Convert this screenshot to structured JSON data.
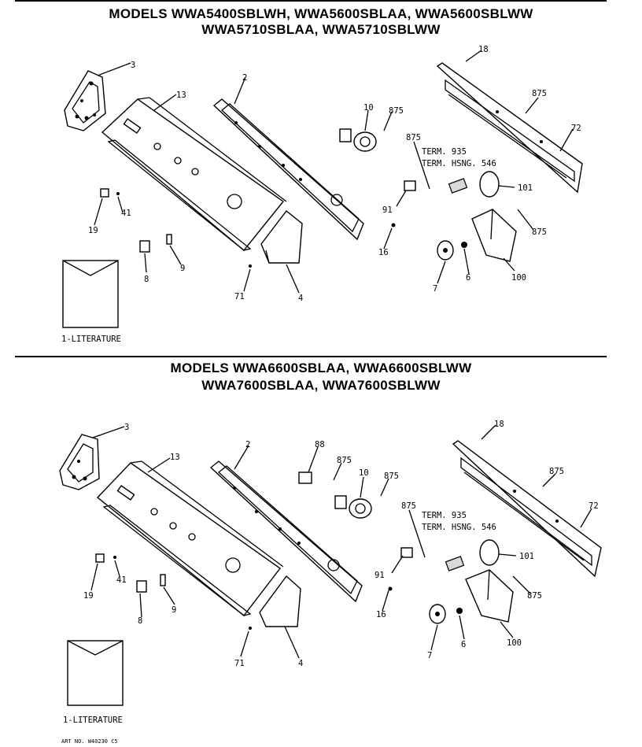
{
  "sections": [
    {
      "title_line1": "MODELS WWA5400SBLWH, WWA5600SBLAA, WWA5600SBLWW",
      "title_line2": "WWA5710SBLAA, WWA5710SBLWW",
      "literature_label": "1-LITERATURE",
      "term_line1": "TERM. 935",
      "term_line2": "TERM. HSNG. 546",
      "callouts": [
        "3",
        "13",
        "2",
        "10",
        "875",
        "875",
        "18",
        "875",
        "72",
        "101",
        "91",
        "875",
        "16",
        "7",
        "6",
        "100",
        "19",
        "41",
        "8",
        "9",
        "71",
        "4"
      ]
    },
    {
      "title_line1": "MODELS WWA6600SBLAA, WWA6600SBLWW",
      "title_line2": "WWA7600SBLAA, WWA7600SBLWW",
      "literature_label": "1-LITERATURE",
      "term_line1": "TERM. 935",
      "term_line2": "TERM. HSNG. 546",
      "callouts": [
        "3",
        "13",
        "2",
        "88",
        "875",
        "10",
        "875",
        "18",
        "875",
        "72",
        "875",
        "101",
        "91",
        "875",
        "16",
        "7",
        "6",
        "100",
        "19",
        "41",
        "8",
        "9",
        "71",
        "4"
      ]
    }
  ],
  "footer": "ART NO. W40230 C5"
}
